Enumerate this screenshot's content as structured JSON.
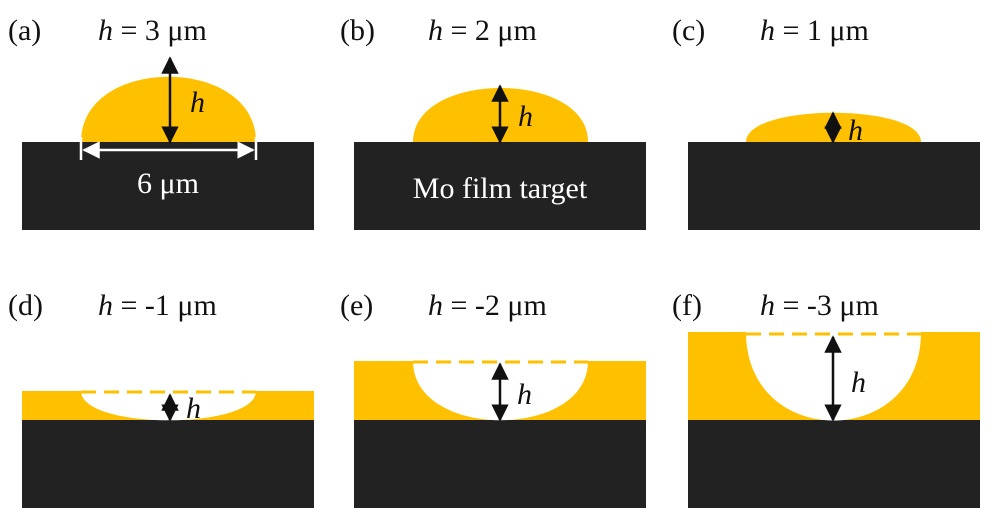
{
  "colors": {
    "gold": "#FFC000",
    "dark": "#222222",
    "white": "#FFFFFF",
    "ink": "#111111"
  },
  "h_symbol": "h",
  "equals": " = ",
  "unit": " μm",
  "width_label": "6 μm",
  "target_label": "Mo film target",
  "panels": [
    {
      "tag": "(a)",
      "h_value": "3"
    },
    {
      "tag": "(b)",
      "h_value": "2"
    },
    {
      "tag": "(c)",
      "h_value": "1"
    },
    {
      "tag": "(d)",
      "h_value": "-1"
    },
    {
      "tag": "(e)",
      "h_value": "-2"
    },
    {
      "tag": "(f)",
      "h_value": "-3"
    }
  ]
}
